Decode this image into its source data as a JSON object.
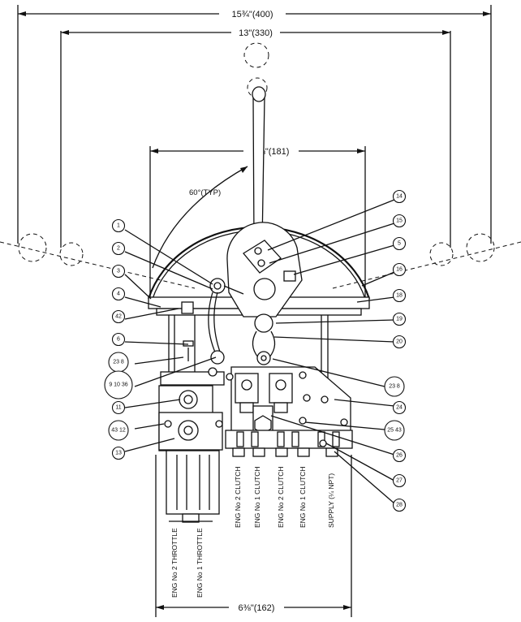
{
  "dimensions": {
    "overall_width": "15¾\"(400)",
    "lever_span": "13\"(330)",
    "cover_width": "7⅛\"(181)",
    "base_width": "6⅜\"(162)",
    "lever_angle": "60°(TYP)"
  },
  "callouts": {
    "left": [
      "1",
      "2",
      "3",
      "4",
      "42",
      "6",
      "23 8",
      "9 10 36",
      "11",
      "43 12",
      "13"
    ],
    "right": [
      "14",
      "15",
      "5",
      "16",
      "18",
      "19",
      "20",
      "23 8",
      "24",
      "25 43",
      "26",
      "27",
      "28"
    ]
  },
  "ports": [
    "ENG No 2 THROTTLE",
    "ENG No 1 THROTTLE",
    "ENG No 2 CLUTCH",
    "ENG No 1 CLUTCH",
    "ENG No 2 CLUTCH",
    "ENG No 1 CLUTCH",
    "SUPPLY (¼ NPT)"
  ]
}
